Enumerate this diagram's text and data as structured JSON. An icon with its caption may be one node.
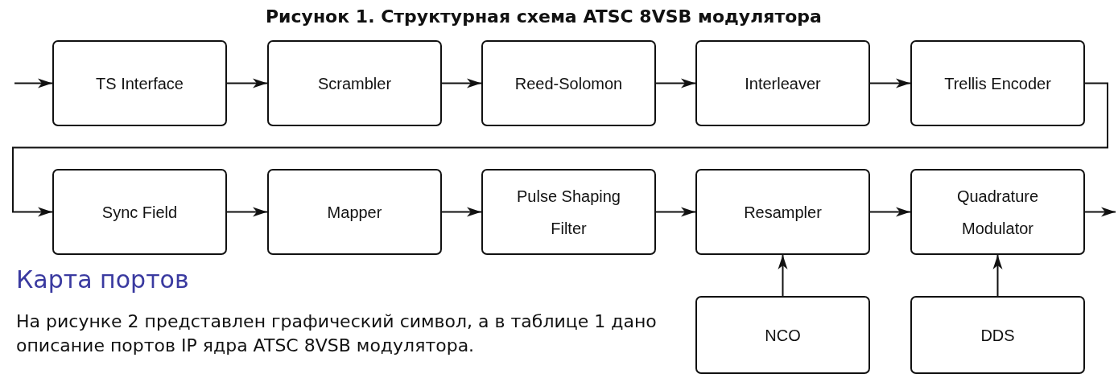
{
  "diagram": {
    "title": "Рисунок 1. Структурная схема ATSC 8VSB модулятора",
    "nodes": [
      {
        "text": [
          "TS Interface"
        ]
      },
      {
        "text": [
          "Scrambler"
        ]
      },
      {
        "text": [
          "Reed-Solomon"
        ]
      },
      {
        "text": [
          "Interleaver"
        ]
      },
      {
        "text": [
          "Trellis Encoder"
        ]
      },
      {
        "text": [
          "Sync Field"
        ]
      },
      {
        "text": [
          "Mapper"
        ]
      },
      {
        "text": [
          "Pulse Shaping Filter"
        ]
      },
      {
        "text": [
          "Resampler"
        ]
      },
      {
        "text": [
          "Quadrature Modulator"
        ]
      },
      {
        "text": [
          "NCO"
        ]
      },
      {
        "text": [
          "DDS"
        ]
      }
    ],
    "edges": [
      {
        "from": null,
        "to": 0,
        "arrow": "to"
      },
      {
        "from": 0,
        "to": 1,
        "arrow": "to"
      },
      {
        "from": 1,
        "to": 2,
        "arrow": "to"
      },
      {
        "from": 2,
        "to": 3,
        "arrow": "to"
      },
      {
        "from": 3,
        "to": 4,
        "arrow": "to"
      },
      {
        "from": 4,
        "to": 5,
        "arrow": "to"
      },
      {
        "from": 5,
        "to": 6,
        "arrow": "to"
      },
      {
        "from": 6,
        "to": 7,
        "arrow": "to"
      },
      {
        "from": 7,
        "to": 8,
        "arrow": "to"
      },
      {
        "from": 8,
        "to": 9,
        "arrow": "to"
      },
      {
        "from": 9,
        "to": null,
        "arrow": "to"
      },
      {
        "from": 10,
        "to": 8,
        "arrow": "to"
      },
      {
        "from": 11,
        "to": 9,
        "arrow": "to"
      }
    ],
    "labels": [
      "Карта портов",
      "На рисунке 2 представлен графический символ, а в таблице 1 дано описание портов IP ядра ATSC 8VSB модулятора."
    ]
  }
}
